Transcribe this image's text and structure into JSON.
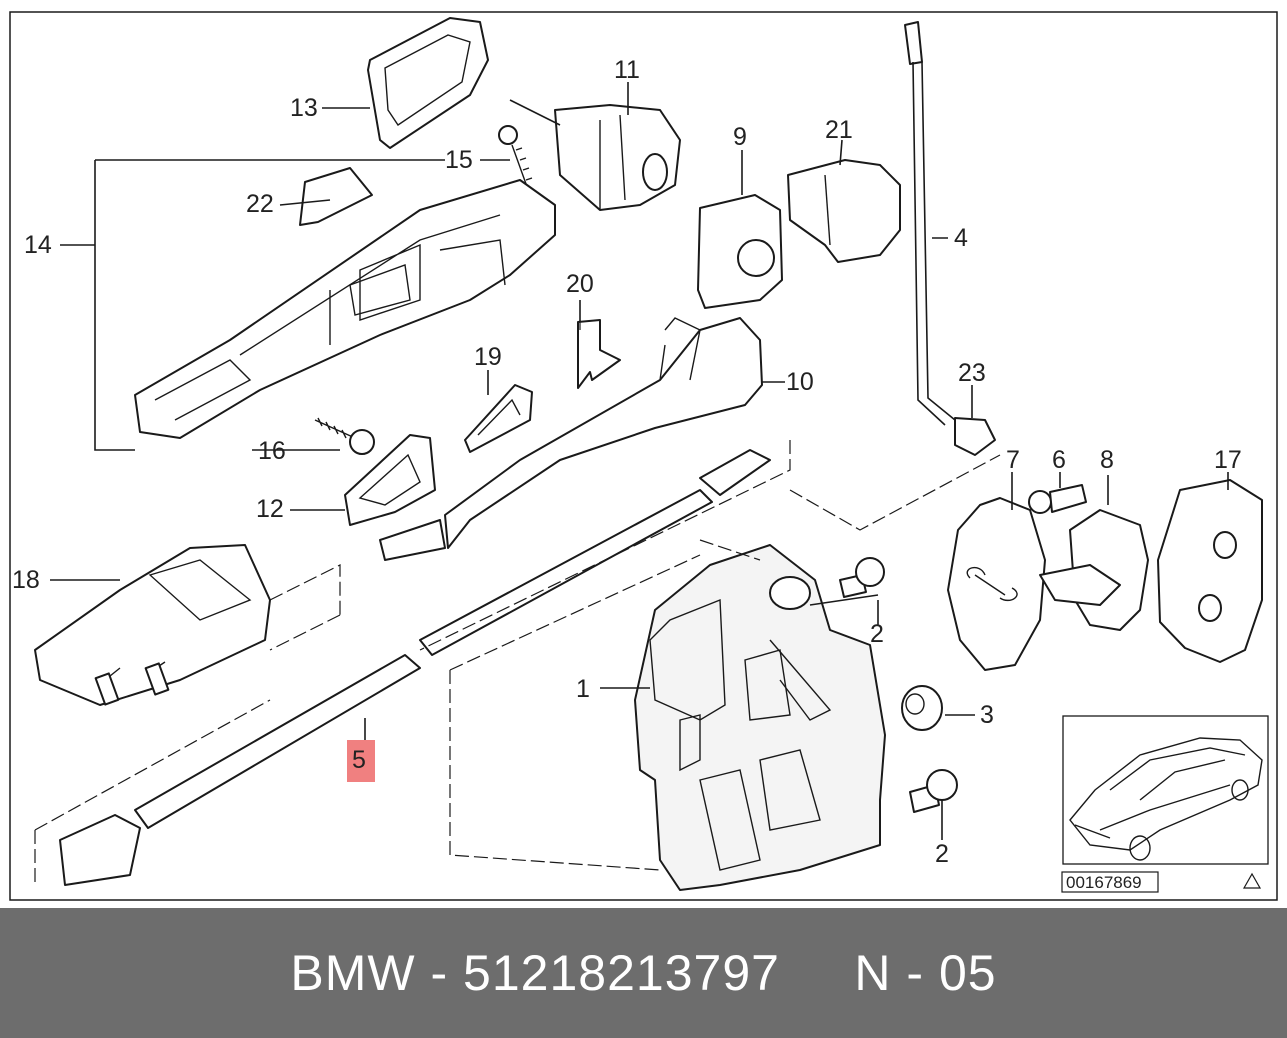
{
  "diagram": {
    "callouts": {
      "c1": "1",
      "c2a": "2",
      "c2b": "2",
      "c3": "3",
      "c4": "4",
      "c5": "5",
      "c6": "6",
      "c7": "7",
      "c8": "8",
      "c9": "9",
      "c10": "10",
      "c11": "11",
      "c12": "12",
      "c13": "13",
      "c14": "14",
      "c15": "15",
      "c16": "16",
      "c17": "17",
      "c18": "18",
      "c19": "19",
      "c20": "20",
      "c21": "21",
      "c22": "22",
      "c23": "23"
    },
    "highlight_color": "#f08080",
    "reference_code": "00167869"
  },
  "footer": {
    "brand": "BMW",
    "separator1": " - ",
    "part_number": "51218213797",
    "gap": "     ",
    "position": "N - 05"
  }
}
